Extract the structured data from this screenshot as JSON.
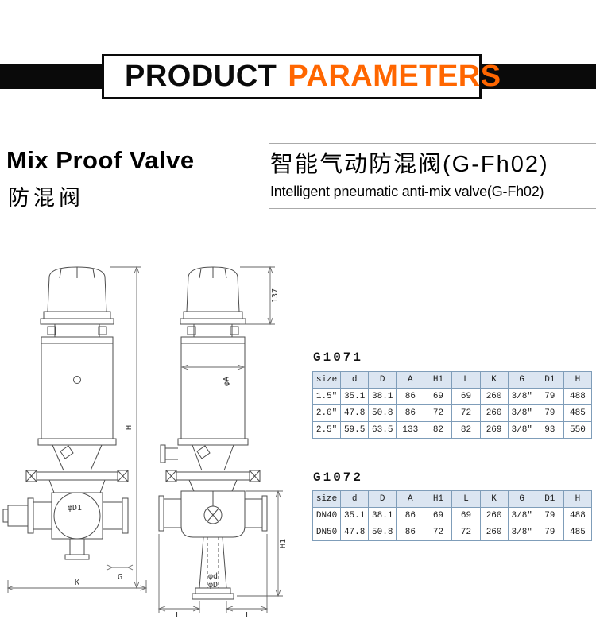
{
  "page": {
    "accent_color": "#ff6600",
    "table_header_bg": "#dbe5f1",
    "table_border_color": "#7f9db9"
  },
  "banner": {
    "word_black": "PRODUCT",
    "word_orange": "PARAMETERS"
  },
  "intro": {
    "title_en": "Mix Proof Valve",
    "title_cn": "防混阀",
    "product_cn": "智能气动防混阀(G-Fh02)",
    "product_en": "Intelligent pneumatic anti-mix valve(G-Fh02)"
  },
  "drawing": {
    "labels": {
      "h": "H",
      "k": "K",
      "g": "G",
      "d1": "φD1",
      "a": "φA",
      "h137": "137",
      "h1": "H1",
      "l": "L",
      "d_small": "φd",
      "d_large": "φD"
    }
  },
  "tables": [
    {
      "name": "G1071",
      "headers": [
        "size",
        "d",
        "D",
        "A",
        "H1",
        "L",
        "K",
        "G",
        "D1",
        "H"
      ],
      "rows": [
        [
          "1.5″",
          "35.1",
          "38.1",
          "86",
          "69",
          "69",
          "260",
          "3/8″",
          "79",
          "488"
        ],
        [
          "2.0″",
          "47.8",
          "50.8",
          "86",
          "72",
          "72",
          "260",
          "3/8″",
          "79",
          "485"
        ],
        [
          "2.5″",
          "59.5",
          "63.5",
          "133",
          "82",
          "82",
          "269",
          "3/8″",
          "93",
          "550"
        ]
      ]
    },
    {
      "name": "G1072",
      "headers": [
        "size",
        "d",
        "D",
        "A",
        "H1",
        "L",
        "K",
        "G",
        "D1",
        "H"
      ],
      "rows": [
        [
          "DN40",
          "35.1",
          "38.1",
          "86",
          "69",
          "69",
          "260",
          "3/8″",
          "79",
          "488"
        ],
        [
          "DN50",
          "47.8",
          "50.8",
          "86",
          "72",
          "72",
          "260",
          "3/8″",
          "79",
          "485"
        ]
      ]
    }
  ]
}
